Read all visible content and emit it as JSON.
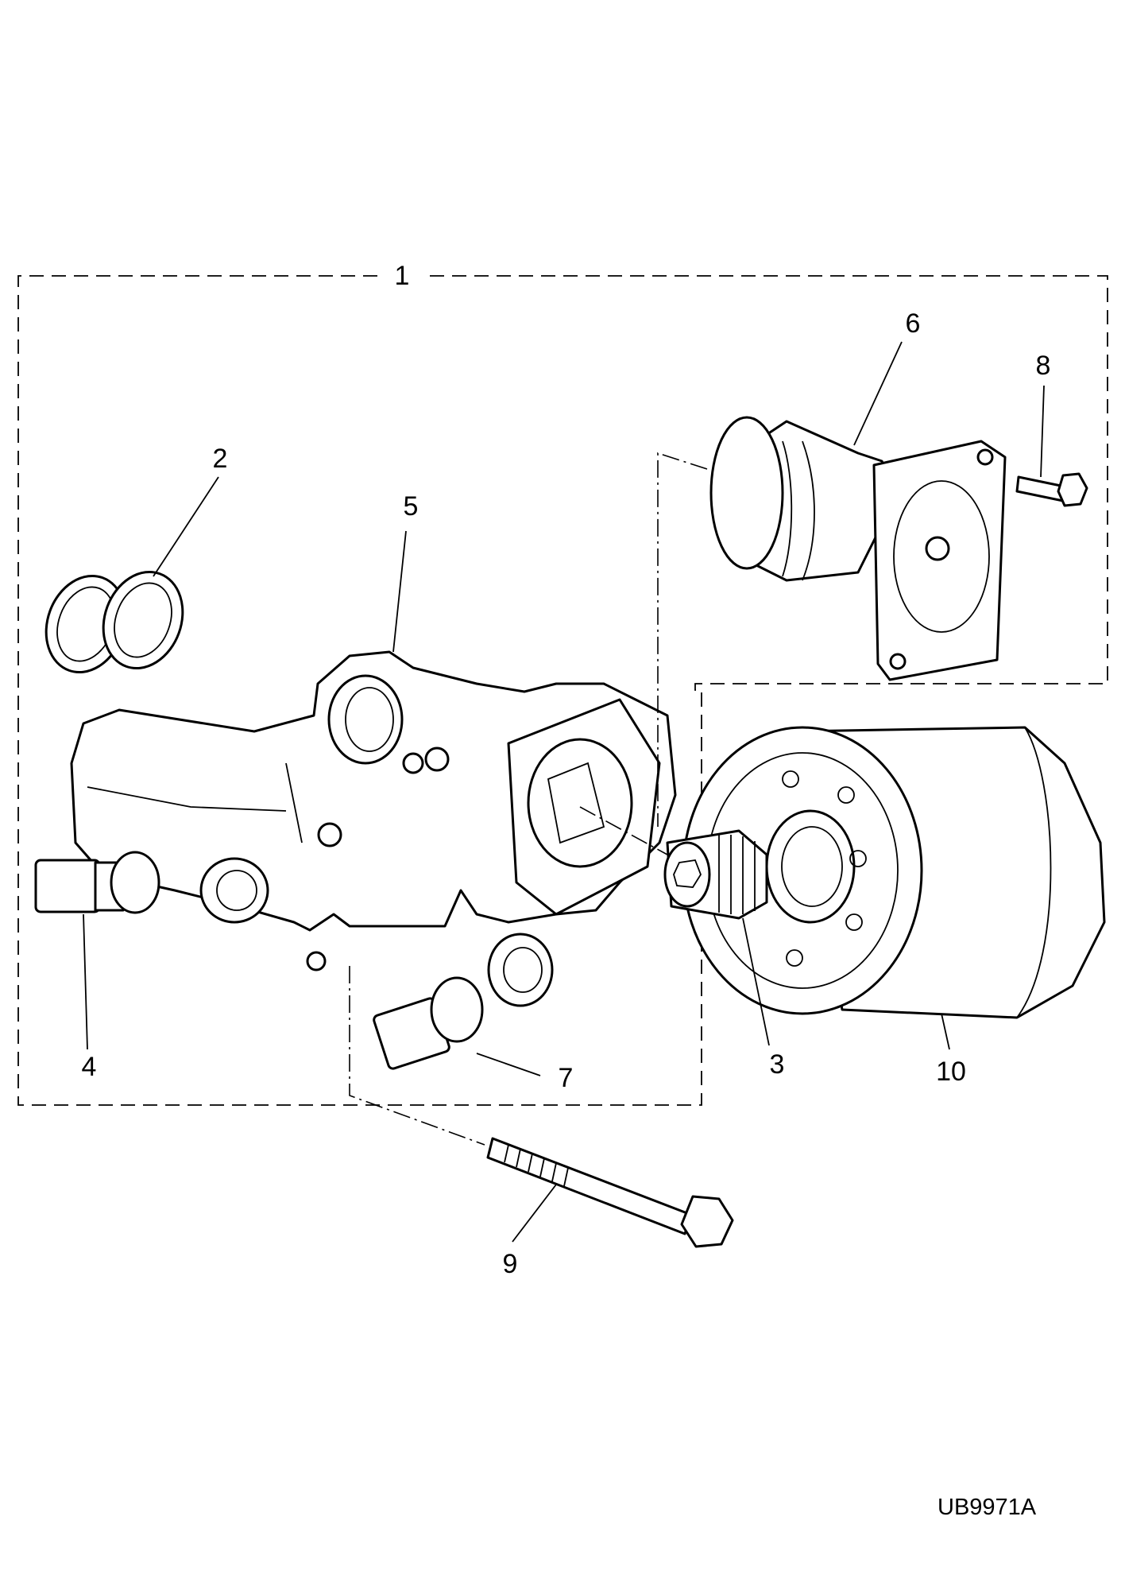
{
  "diagram": {
    "callouts": [
      {
        "id": "1",
        "label": "1"
      },
      {
        "id": "2",
        "label": "2"
      },
      {
        "id": "3",
        "label": "3"
      },
      {
        "id": "4",
        "label": "4"
      },
      {
        "id": "5",
        "label": "5"
      },
      {
        "id": "6",
        "label": "6"
      },
      {
        "id": "7",
        "label": "7"
      },
      {
        "id": "8",
        "label": "8"
      },
      {
        "id": "9",
        "label": "9"
      },
      {
        "id": "10",
        "label": "10"
      }
    ],
    "reference_code": "UB9971A"
  }
}
